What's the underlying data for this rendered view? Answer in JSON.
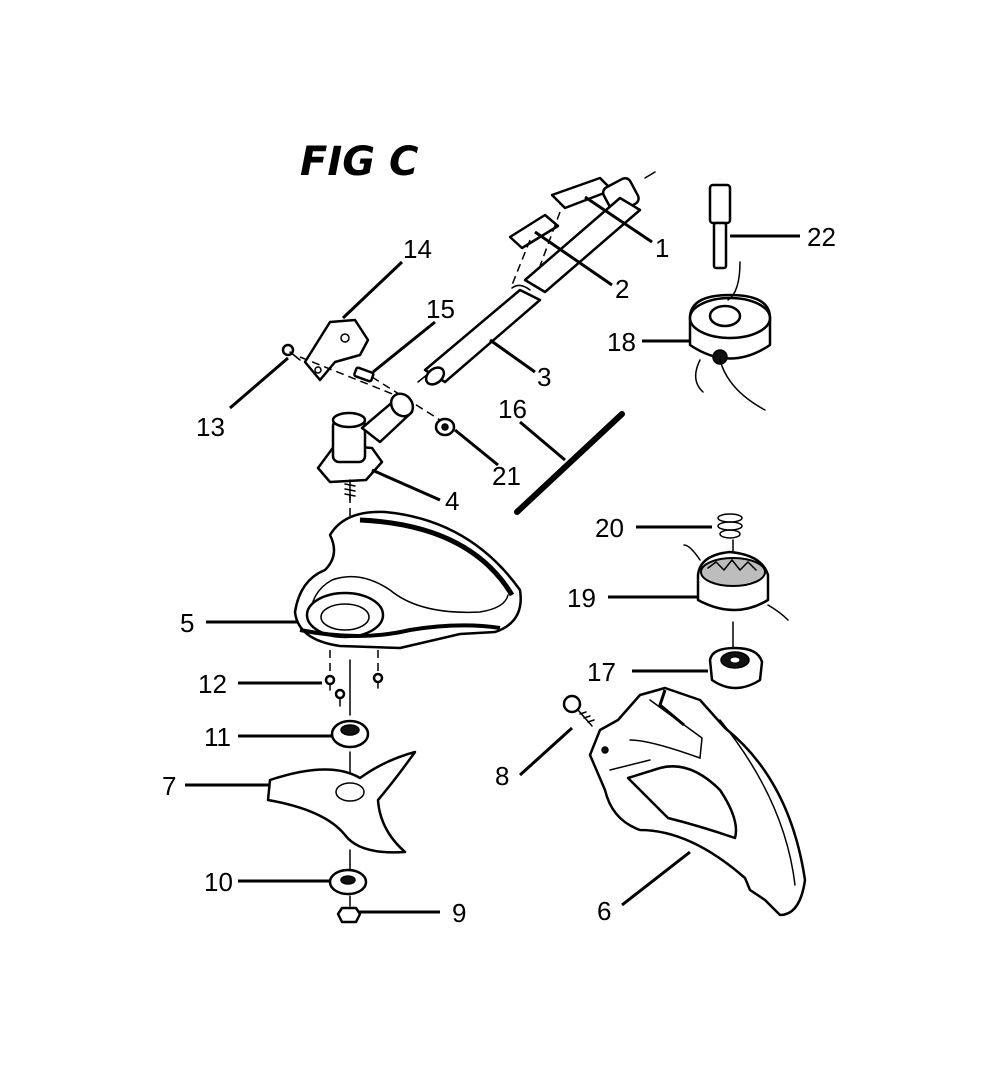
{
  "figure": {
    "title": "FIG C"
  },
  "callouts": [
    {
      "id": "1",
      "label": "1"
    },
    {
      "id": "2",
      "label": "2"
    },
    {
      "id": "3",
      "label": "3"
    },
    {
      "id": "4",
      "label": "4"
    },
    {
      "id": "5",
      "label": "5"
    },
    {
      "id": "6",
      "label": "6"
    },
    {
      "id": "7",
      "label": "7"
    },
    {
      "id": "8",
      "label": "8"
    },
    {
      "id": "9",
      "label": "9"
    },
    {
      "id": "10",
      "label": "10"
    },
    {
      "id": "11",
      "label": "11"
    },
    {
      "id": "12",
      "label": "12"
    },
    {
      "id": "13",
      "label": "13"
    },
    {
      "id": "14",
      "label": "14"
    },
    {
      "id": "15",
      "label": "15"
    },
    {
      "id": "16",
      "label": "16"
    },
    {
      "id": "17",
      "label": "17"
    },
    {
      "id": "18",
      "label": "18"
    },
    {
      "id": "19",
      "label": "19"
    },
    {
      "id": "20",
      "label": "20"
    },
    {
      "id": "21",
      "label": "21"
    },
    {
      "id": "22",
      "label": "22"
    }
  ]
}
